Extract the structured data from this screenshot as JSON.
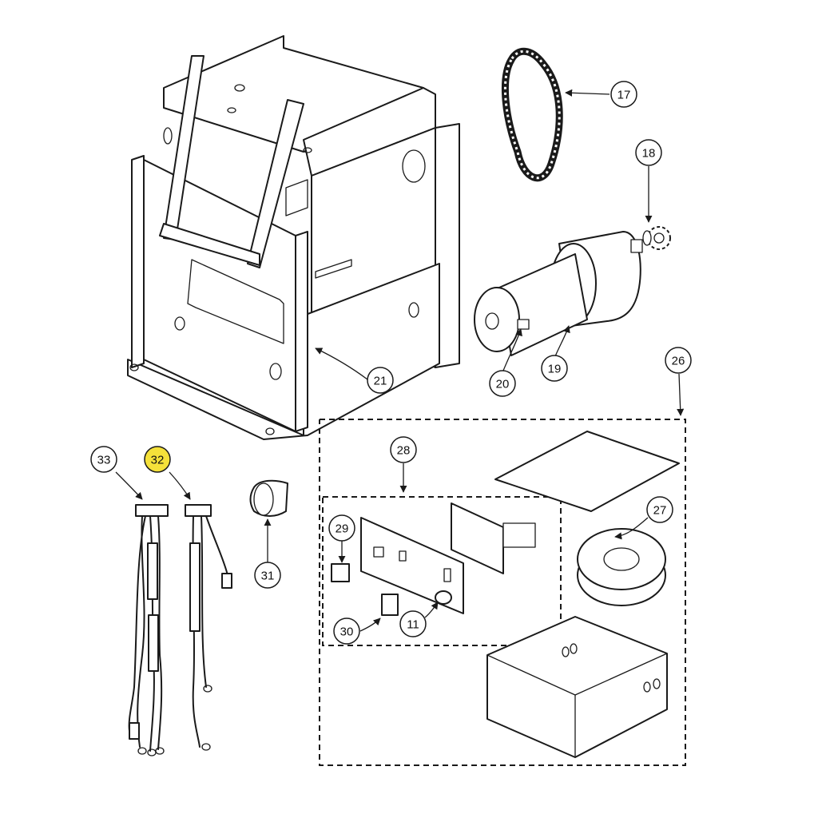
{
  "highlight_color": "#f5e13a",
  "line_color": "#1a1a1a",
  "callouts": [
    {
      "id": "17",
      "label": "17"
    },
    {
      "id": "18",
      "label": "18"
    },
    {
      "id": "19",
      "label": "19"
    },
    {
      "id": "20",
      "label": "20"
    },
    {
      "id": "21",
      "label": "21"
    },
    {
      "id": "26",
      "label": "26"
    },
    {
      "id": "27",
      "label": "27"
    },
    {
      "id": "28",
      "label": "28"
    },
    {
      "id": "29",
      "label": "29"
    },
    {
      "id": "30",
      "label": "30"
    },
    {
      "id": "11",
      "label": "11"
    },
    {
      "id": "31",
      "label": "31"
    },
    {
      "id": "32",
      "label": "32",
      "highlighted": true
    },
    {
      "id": "33",
      "label": "33"
    }
  ]
}
